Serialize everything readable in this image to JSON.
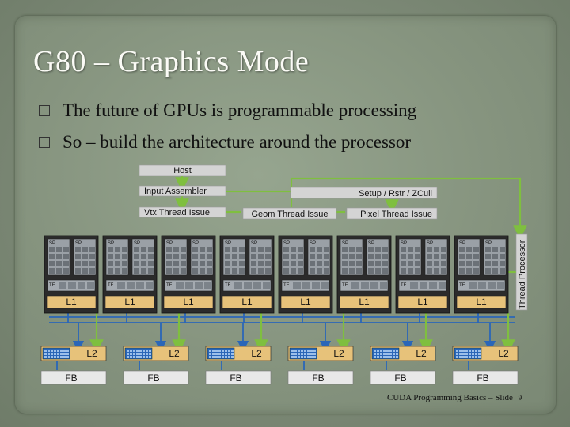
{
  "slide": {
    "title": "G80 – Graphics Mode",
    "bullets": [
      "The future of GPUs is programmable processing",
      "So – build the architecture around the processor"
    ],
    "footer": "CUDA Programming Basics – Slide",
    "slide_number": "9"
  },
  "diagram": {
    "host": "Host",
    "input_assembler": "Input Assembler",
    "setup": "Setup / Rstr / ZCull",
    "vtx_issue": "Vtx Thread Issue",
    "geom_issue": "Geom Thread Issue",
    "pixel_issue": "Pixel Thread Issue",
    "thread_processor": "Thread Processor",
    "sp_label": "SP",
    "tf_label": "TF",
    "l1_label": "L1",
    "l2_label": "L2",
    "fb_label": "FB",
    "cluster_count": 8,
    "partition_count": 6,
    "colors": {
      "cluster_fill": "#2b2b2b",
      "l1_fill": "#e7c27a",
      "l2_fill": "#e7c27a",
      "fb_fill": "#e8e8e8",
      "arrow_green": "#7fbf3f",
      "arrow_blue": "#2a66b8",
      "label_box": "#d4d4d4"
    }
  }
}
